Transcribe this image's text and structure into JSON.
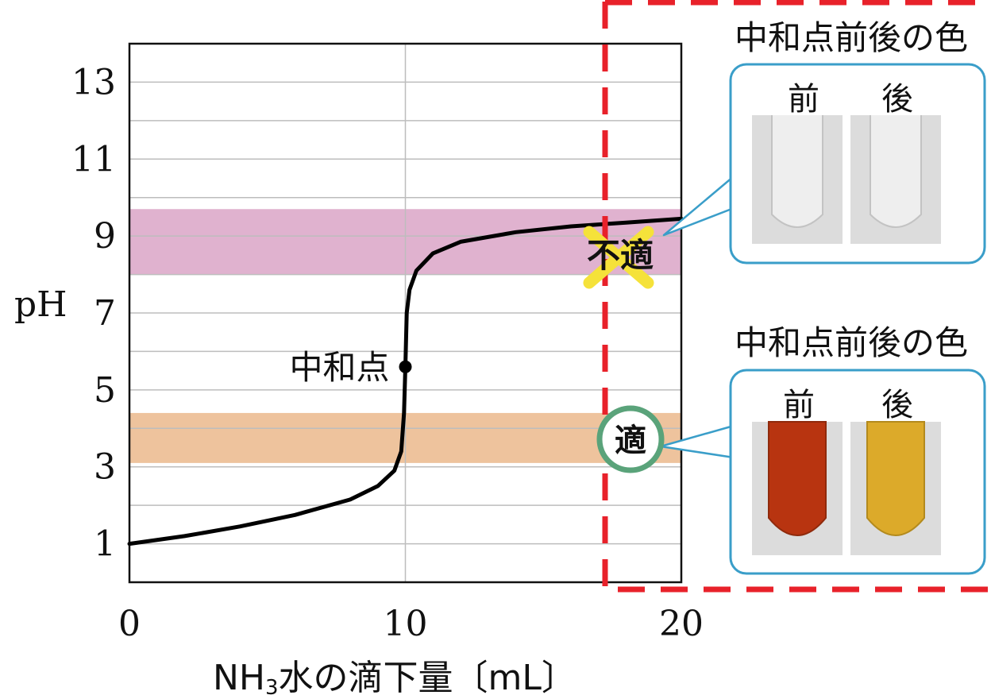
{
  "chart_data": {
    "type": "line",
    "xlabel_main": "NH",
    "xlabel_sub": "3",
    "xlabel_rest": "水の滴下量〔mL〕",
    "ylabel": "pH",
    "xlim": [
      0,
      20
    ],
    "ylim": [
      0,
      14
    ],
    "x_ticks": [
      0,
      10,
      20
    ],
    "y_ticks": [
      1,
      3,
      5,
      7,
      9,
      11,
      13
    ],
    "grid": "horizontal every 1 pH, vertical at 10",
    "series": [
      {
        "x": [
          0,
          2,
          4,
          6,
          8,
          9,
          9.6,
          9.85,
          9.95,
          10,
          10.05,
          10.15,
          10.4,
          11,
          12,
          14,
          16,
          18,
          20
        ],
        "y": [
          1.0,
          1.2,
          1.45,
          1.75,
          2.15,
          2.5,
          2.9,
          3.4,
          4.4,
          5.6,
          7.0,
          7.6,
          8.1,
          8.55,
          8.85,
          9.1,
          9.25,
          9.35,
          9.45
        ]
      }
    ],
    "equivalence_point": {
      "x": 10,
      "y": 5.6,
      "label": "中和点"
    },
    "bands": [
      {
        "from": 8.0,
        "to": 9.7,
        "color": "#e0b2cf"
      },
      {
        "from": 3.1,
        "to": 4.4,
        "color": "#eec39d"
      }
    ],
    "annotations": [
      {
        "text": "不適",
        "kind": "cross",
        "color": "#f5e23a"
      },
      {
        "text": "適",
        "kind": "circle",
        "color": "#5aa37a"
      }
    ],
    "panels": [
      {
        "title": "中和点前後の色",
        "before": "前",
        "after": "後",
        "before_color": "#d9d9d9",
        "after_color": "#d9d9d9"
      },
      {
        "title": "中和点前後の色",
        "before": "前",
        "after": "後",
        "before_color": "#b83410",
        "after_color": "#dcaa2a"
      }
    ]
  },
  "colors": {
    "highlight_box": "#e8212a",
    "callout_border": "#3a9ec9",
    "curve": "#000000"
  }
}
